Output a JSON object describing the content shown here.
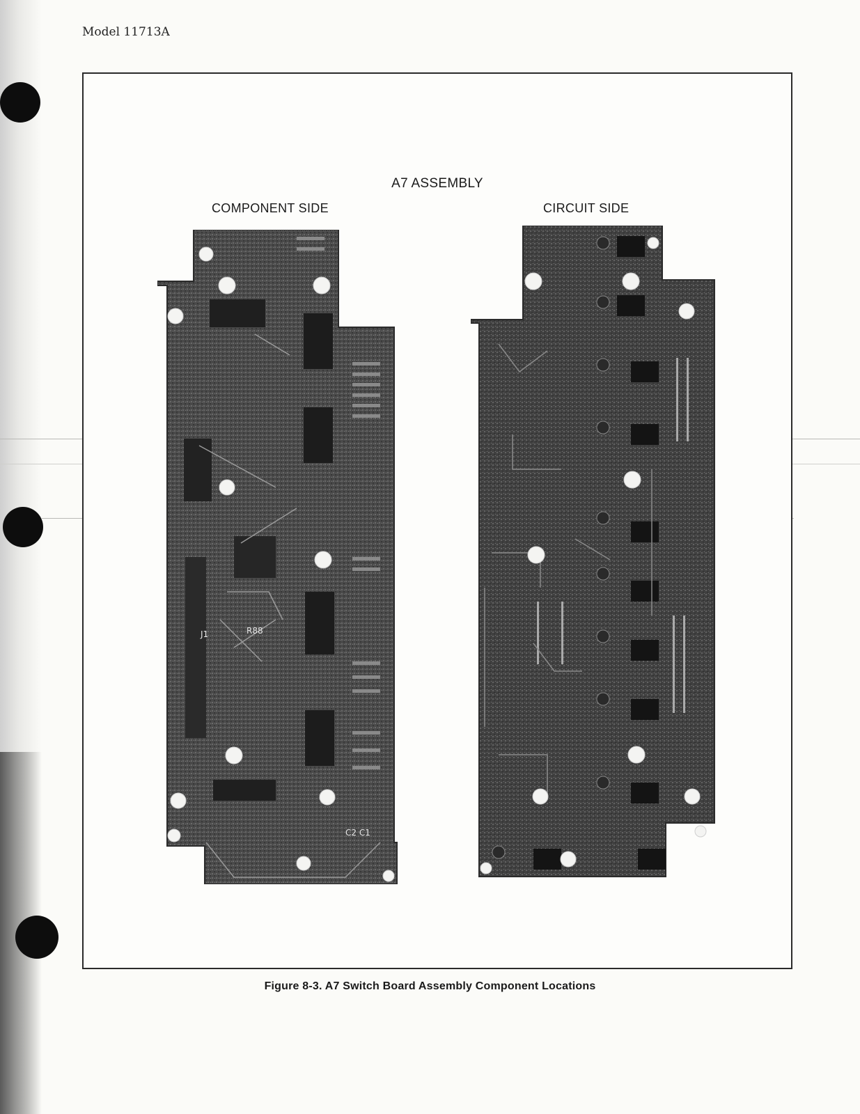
{
  "header": {
    "model": "Model 11713A"
  },
  "figure": {
    "title": "A7 ASSEMBLY",
    "left_label": "COMPONENT SIDE",
    "right_label": "CIRCUIT SIDE",
    "caption": "Figure 8-3.  A7 Switch Board Assembly Component Locations"
  },
  "board_markings": {
    "connector": "J1",
    "resistor": "R88",
    "capacitors": "C2  C1"
  },
  "colors": {
    "pcb_dark": "#3a3a3a",
    "pcb_mid": "#5c5c5c",
    "trace": "#8a8a8a",
    "hole": "#f4f4f2",
    "frame": "#2a2a2a"
  }
}
